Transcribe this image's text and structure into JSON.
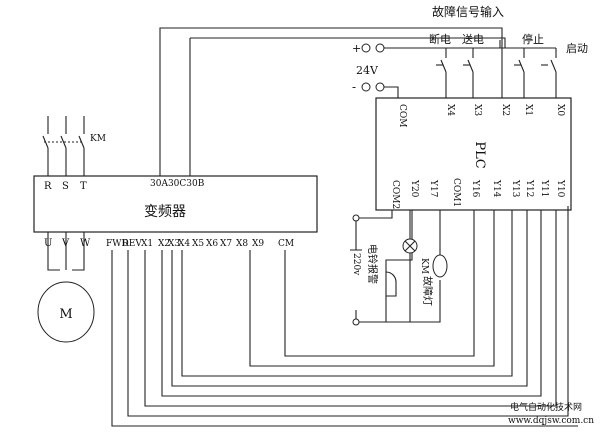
{
  "top_label": "故障信号输入",
  "switches": {
    "duandian": "断电",
    "songdian": "送电",
    "tingzhi": "停止",
    "qidong": "启动"
  },
  "supply": {
    "plus": "+",
    "minus": "-",
    "voltage": "24V"
  },
  "plc": {
    "title": "PLC",
    "inputs": [
      "COM",
      "X4",
      "X3",
      "X2",
      "X1",
      "X0"
    ],
    "outputs": [
      "COM2",
      "Y20",
      "Y17",
      "COM1",
      "Y16",
      "Y14",
      "Y13",
      "Y12",
      "Y11",
      "Y10"
    ]
  },
  "inverter": {
    "title": "变频器",
    "power_terms": [
      "R",
      "S",
      "T"
    ],
    "fault_terms": "30A30C30B",
    "out_terms": [
      "U",
      "V",
      "W"
    ],
    "ctrl_terms": [
      "FWD",
      "REV",
      "X1",
      "X2",
      "X3",
      "X4",
      "X5",
      "X6",
      "X7",
      "X8",
      "X9",
      "CM"
    ]
  },
  "contactor": "KM",
  "motor": "M",
  "loads": {
    "alarm": "电铃报警",
    "voltage": "220v",
    "km": "KM",
    "lamp": "故障灯"
  },
  "watermark": {
    "line1": "电气自动化技术网",
    "line2": "www.dqjsw.com.cn"
  }
}
